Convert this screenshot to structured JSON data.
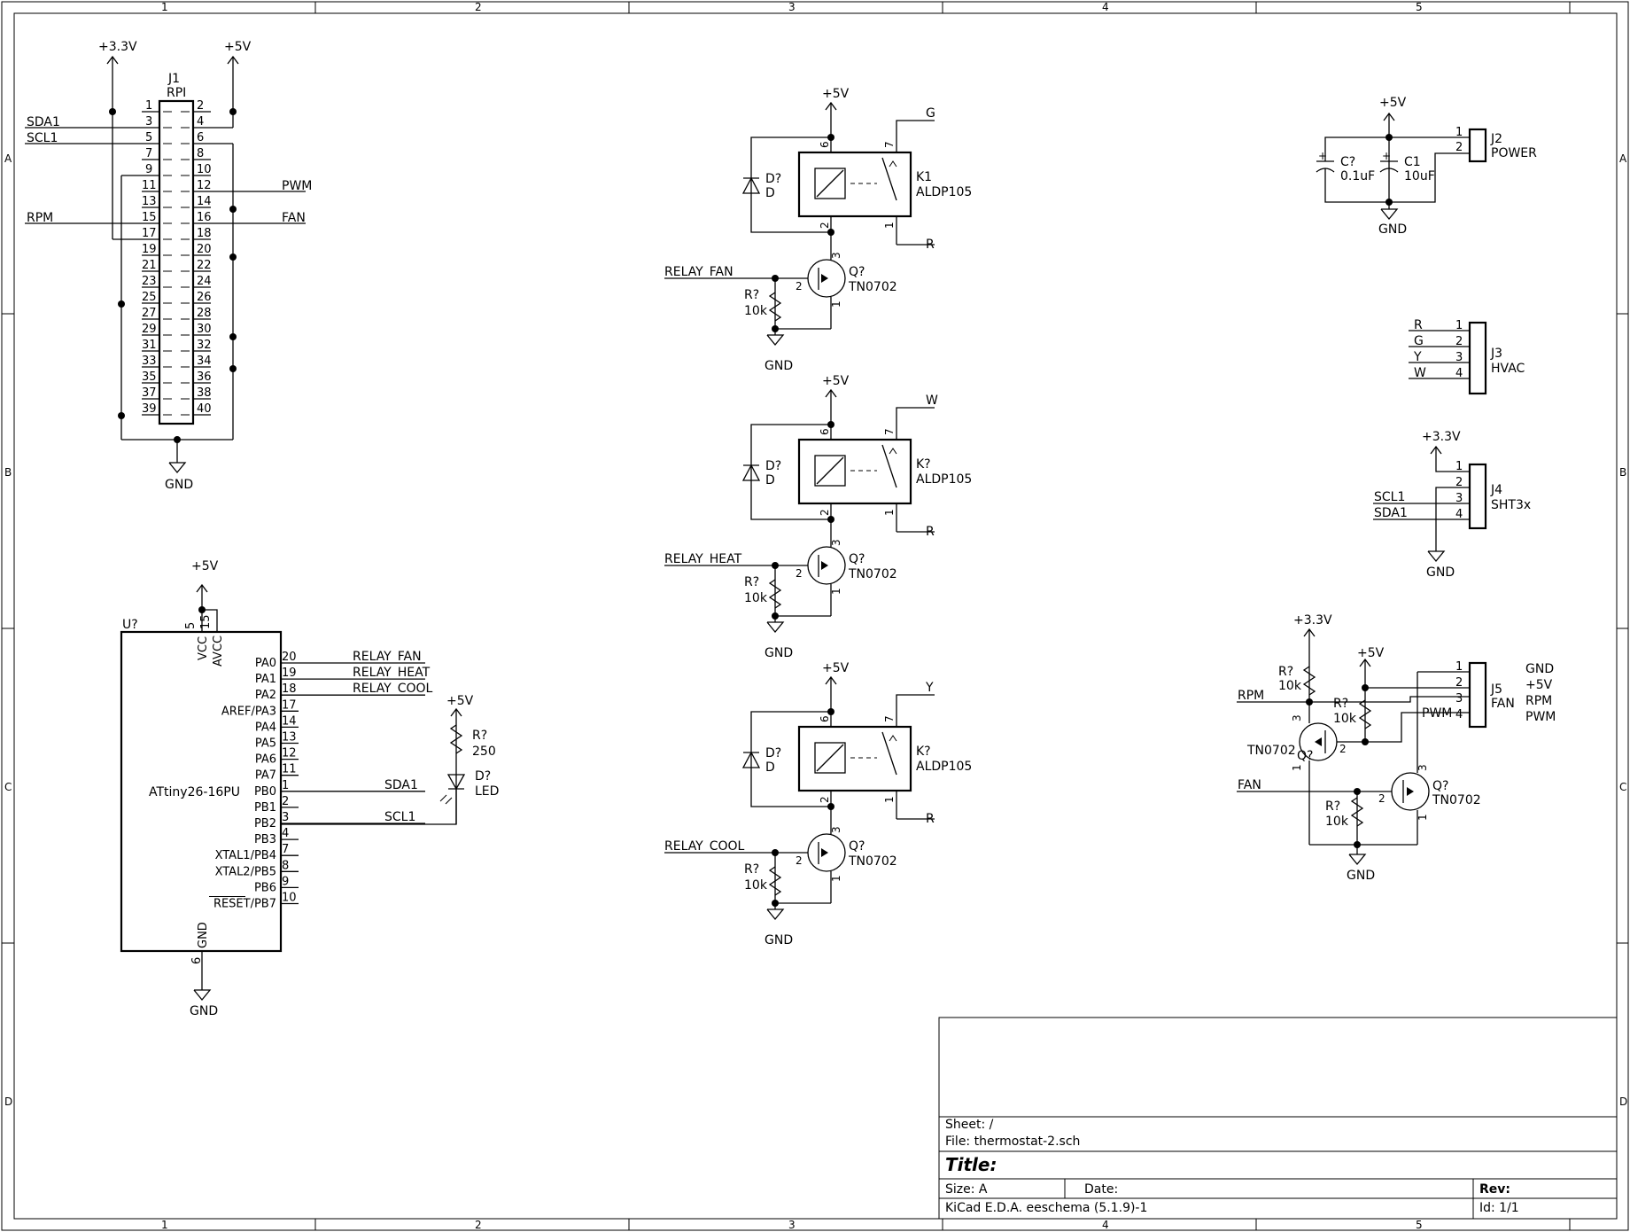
{
  "sheet": {
    "columns": [
      "1",
      "2",
      "3",
      "4",
      "5"
    ],
    "rows": [
      "A",
      "B",
      "C",
      "D"
    ]
  },
  "title_block": {
    "sheet": "Sheet: /",
    "file": "File: thermostat-2.sch",
    "title": "Title:",
    "size": "Size: A",
    "date": "Date:",
    "rev": "Rev:",
    "tool": "KiCad E.D.A.  eeschema (5.1.9)-1",
    "id": "Id: 1/1"
  },
  "power": {
    "p33": "+3.3V",
    "p5": "+5V",
    "gnd": "GND"
  },
  "j1": {
    "ref": "J1",
    "value": "RPI",
    "left_pins": [
      "1",
      "3",
      "5",
      "7",
      "9",
      "11",
      "13",
      "15",
      "17",
      "19",
      "21",
      "23",
      "25",
      "27",
      "29",
      "31",
      "33",
      "35",
      "37",
      "39"
    ],
    "right_pins": [
      "2",
      "4",
      "6",
      "8",
      "10",
      "12",
      "14",
      "16",
      "18",
      "20",
      "22",
      "24",
      "26",
      "28",
      "30",
      "32",
      "34",
      "36",
      "38",
      "40"
    ],
    "nets": {
      "sda": "SDA1",
      "scl": "SCL1",
      "rpm": "RPM",
      "pwm": "PWM",
      "fan": "FAN"
    }
  },
  "u1": {
    "ref": "U?",
    "value": "ATtiny26-16PU",
    "top_pins": {
      "vcc_num": "5",
      "vcc": "VCC",
      "avcc_num": "15",
      "avcc": "AVCC"
    },
    "gnd_pin": {
      "num": "6",
      "name": "GND"
    },
    "pins": [
      {
        "name": "PA0",
        "num": "20",
        "net": "RELAY_FAN"
      },
      {
        "name": "PA1",
        "num": "19",
        "net": "RELAY_HEAT"
      },
      {
        "name": "PA2",
        "num": "18",
        "net": "RELAY_COOL"
      },
      {
        "name": "AREF/PA3",
        "num": "17",
        "net": ""
      },
      {
        "name": "PA4",
        "num": "14",
        "net": ""
      },
      {
        "name": "PA5",
        "num": "13",
        "net": ""
      },
      {
        "name": "PA6",
        "num": "12",
        "net": ""
      },
      {
        "name": "PA7",
        "num": "11",
        "net": ""
      },
      {
        "name": "PB0",
        "num": "1",
        "net": "SDA1"
      },
      {
        "name": "PB1",
        "num": "2",
        "net": ""
      },
      {
        "name": "PB2",
        "num": "3",
        "net": "SCL1"
      },
      {
        "name": "PB3",
        "num": "4",
        "net": ""
      },
      {
        "name": "XTAL1/PB4",
        "num": "7",
        "net": ""
      },
      {
        "name": "XTAL2/PB5",
        "num": "8",
        "net": ""
      },
      {
        "name": "PB6",
        "num": "9",
        "net": ""
      },
      {
        "name": "RESET/PB7",
        "num": "10",
        "net": ""
      }
    ]
  },
  "led": {
    "r_ref": "R?",
    "r_val": "250",
    "d_ref": "D?",
    "d_val": "LED"
  },
  "relays": [
    {
      "k_ref": "K1",
      "k_val": "ALDP105",
      "out_top": "G",
      "out_bot": "R",
      "ctrl": "RELAY_FAN"
    },
    {
      "k_ref": "K?",
      "k_val": "ALDP105",
      "out_top": "W",
      "out_bot": "R",
      "ctrl": "RELAY_HEAT"
    },
    {
      "k_ref": "K?",
      "k_val": "ALDP105",
      "out_top": "Y",
      "out_bot": "R",
      "ctrl": "RELAY_COOL"
    }
  ],
  "relay_common": {
    "d_ref": "D?",
    "d_val": "D",
    "q_ref": "Q?",
    "q_val": "TN0702",
    "r_ref": "R?",
    "r_val": "10k",
    "pin6": "6",
    "pin2": "2",
    "pin7": "7",
    "pin1": "1",
    "q_pin3": "3",
    "q_pin2": "2",
    "q_pin1": "1"
  },
  "j2": {
    "ref": "J2",
    "value": "POWER",
    "c1_ref": "C?",
    "c1_val": "0.1uF",
    "c2_ref": "C1",
    "c2_val": "10uF",
    "pins": [
      "1",
      "2"
    ]
  },
  "j3": {
    "ref": "J3",
    "value": "HVAC",
    "pins": [
      {
        "num": "1",
        "net": "R"
      },
      {
        "num": "2",
        "net": "G"
      },
      {
        "num": "3",
        "net": "Y"
      },
      {
        "num": "4",
        "net": "W"
      }
    ]
  },
  "j4": {
    "ref": "J4",
    "value": "SHT3x",
    "pins": [
      {
        "num": "1",
        "net": ""
      },
      {
        "num": "2",
        "net": ""
      },
      {
        "num": "3",
        "net": "SCL1"
      },
      {
        "num": "4",
        "net": "SDA1"
      }
    ]
  },
  "j5": {
    "ref": "J5",
    "value": "FAN",
    "pins": [
      {
        "num": "1",
        "func": "GND"
      },
      {
        "num": "2",
        "func": "+5V"
      },
      {
        "num": "3",
        "func": "RPM"
      },
      {
        "num": "4",
        "func": "PWM"
      }
    ],
    "pwm_net": "PWM",
    "rpm_net": "RPM",
    "fan_net": "FAN",
    "r_ref": "R?",
    "r_val": "10k",
    "q_ref": "Q?",
    "q_val": "TN0702"
  }
}
